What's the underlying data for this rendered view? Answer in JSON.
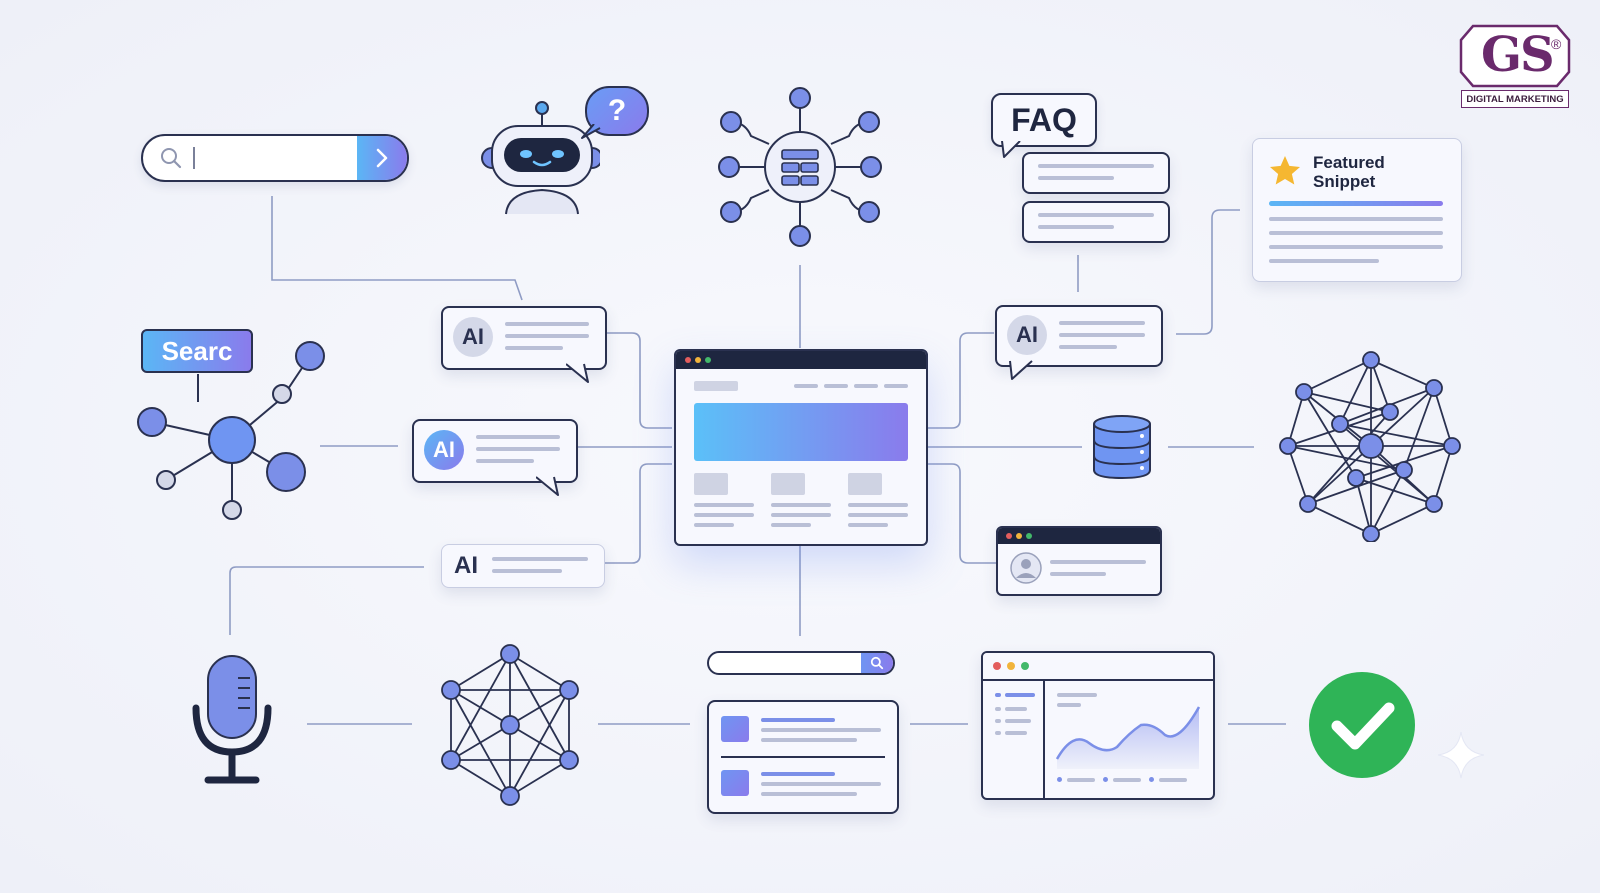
{
  "search_label": "Searc",
  "faq_label": "FAQ",
  "question_mark": "?",
  "ai_labels": [
    "AI",
    "AI",
    "AI",
    "AI"
  ],
  "featured_snippet": {
    "title_line1": "Featured",
    "title_line2": "Snippet"
  },
  "logo": {
    "text": "GS",
    "registered": "®",
    "tagline": "DIGITAL MARKETING",
    "color": "#6a2a6c"
  },
  "colors": {
    "accent_gradient_start": "#5bc0f8",
    "accent_gradient_end": "#8a7bec",
    "outline": "#2a3150",
    "connector": "#8f9cc4",
    "check_green": "#2fb457",
    "star": "#f5b731"
  },
  "icons": [
    "search-icon",
    "chevron-right-icon",
    "robot-icon",
    "hub-network-icon",
    "database-icon",
    "mesh-network-icon",
    "microphone-icon",
    "user-icon",
    "checkmark-icon",
    "star-icon",
    "line-chart-icon"
  ]
}
